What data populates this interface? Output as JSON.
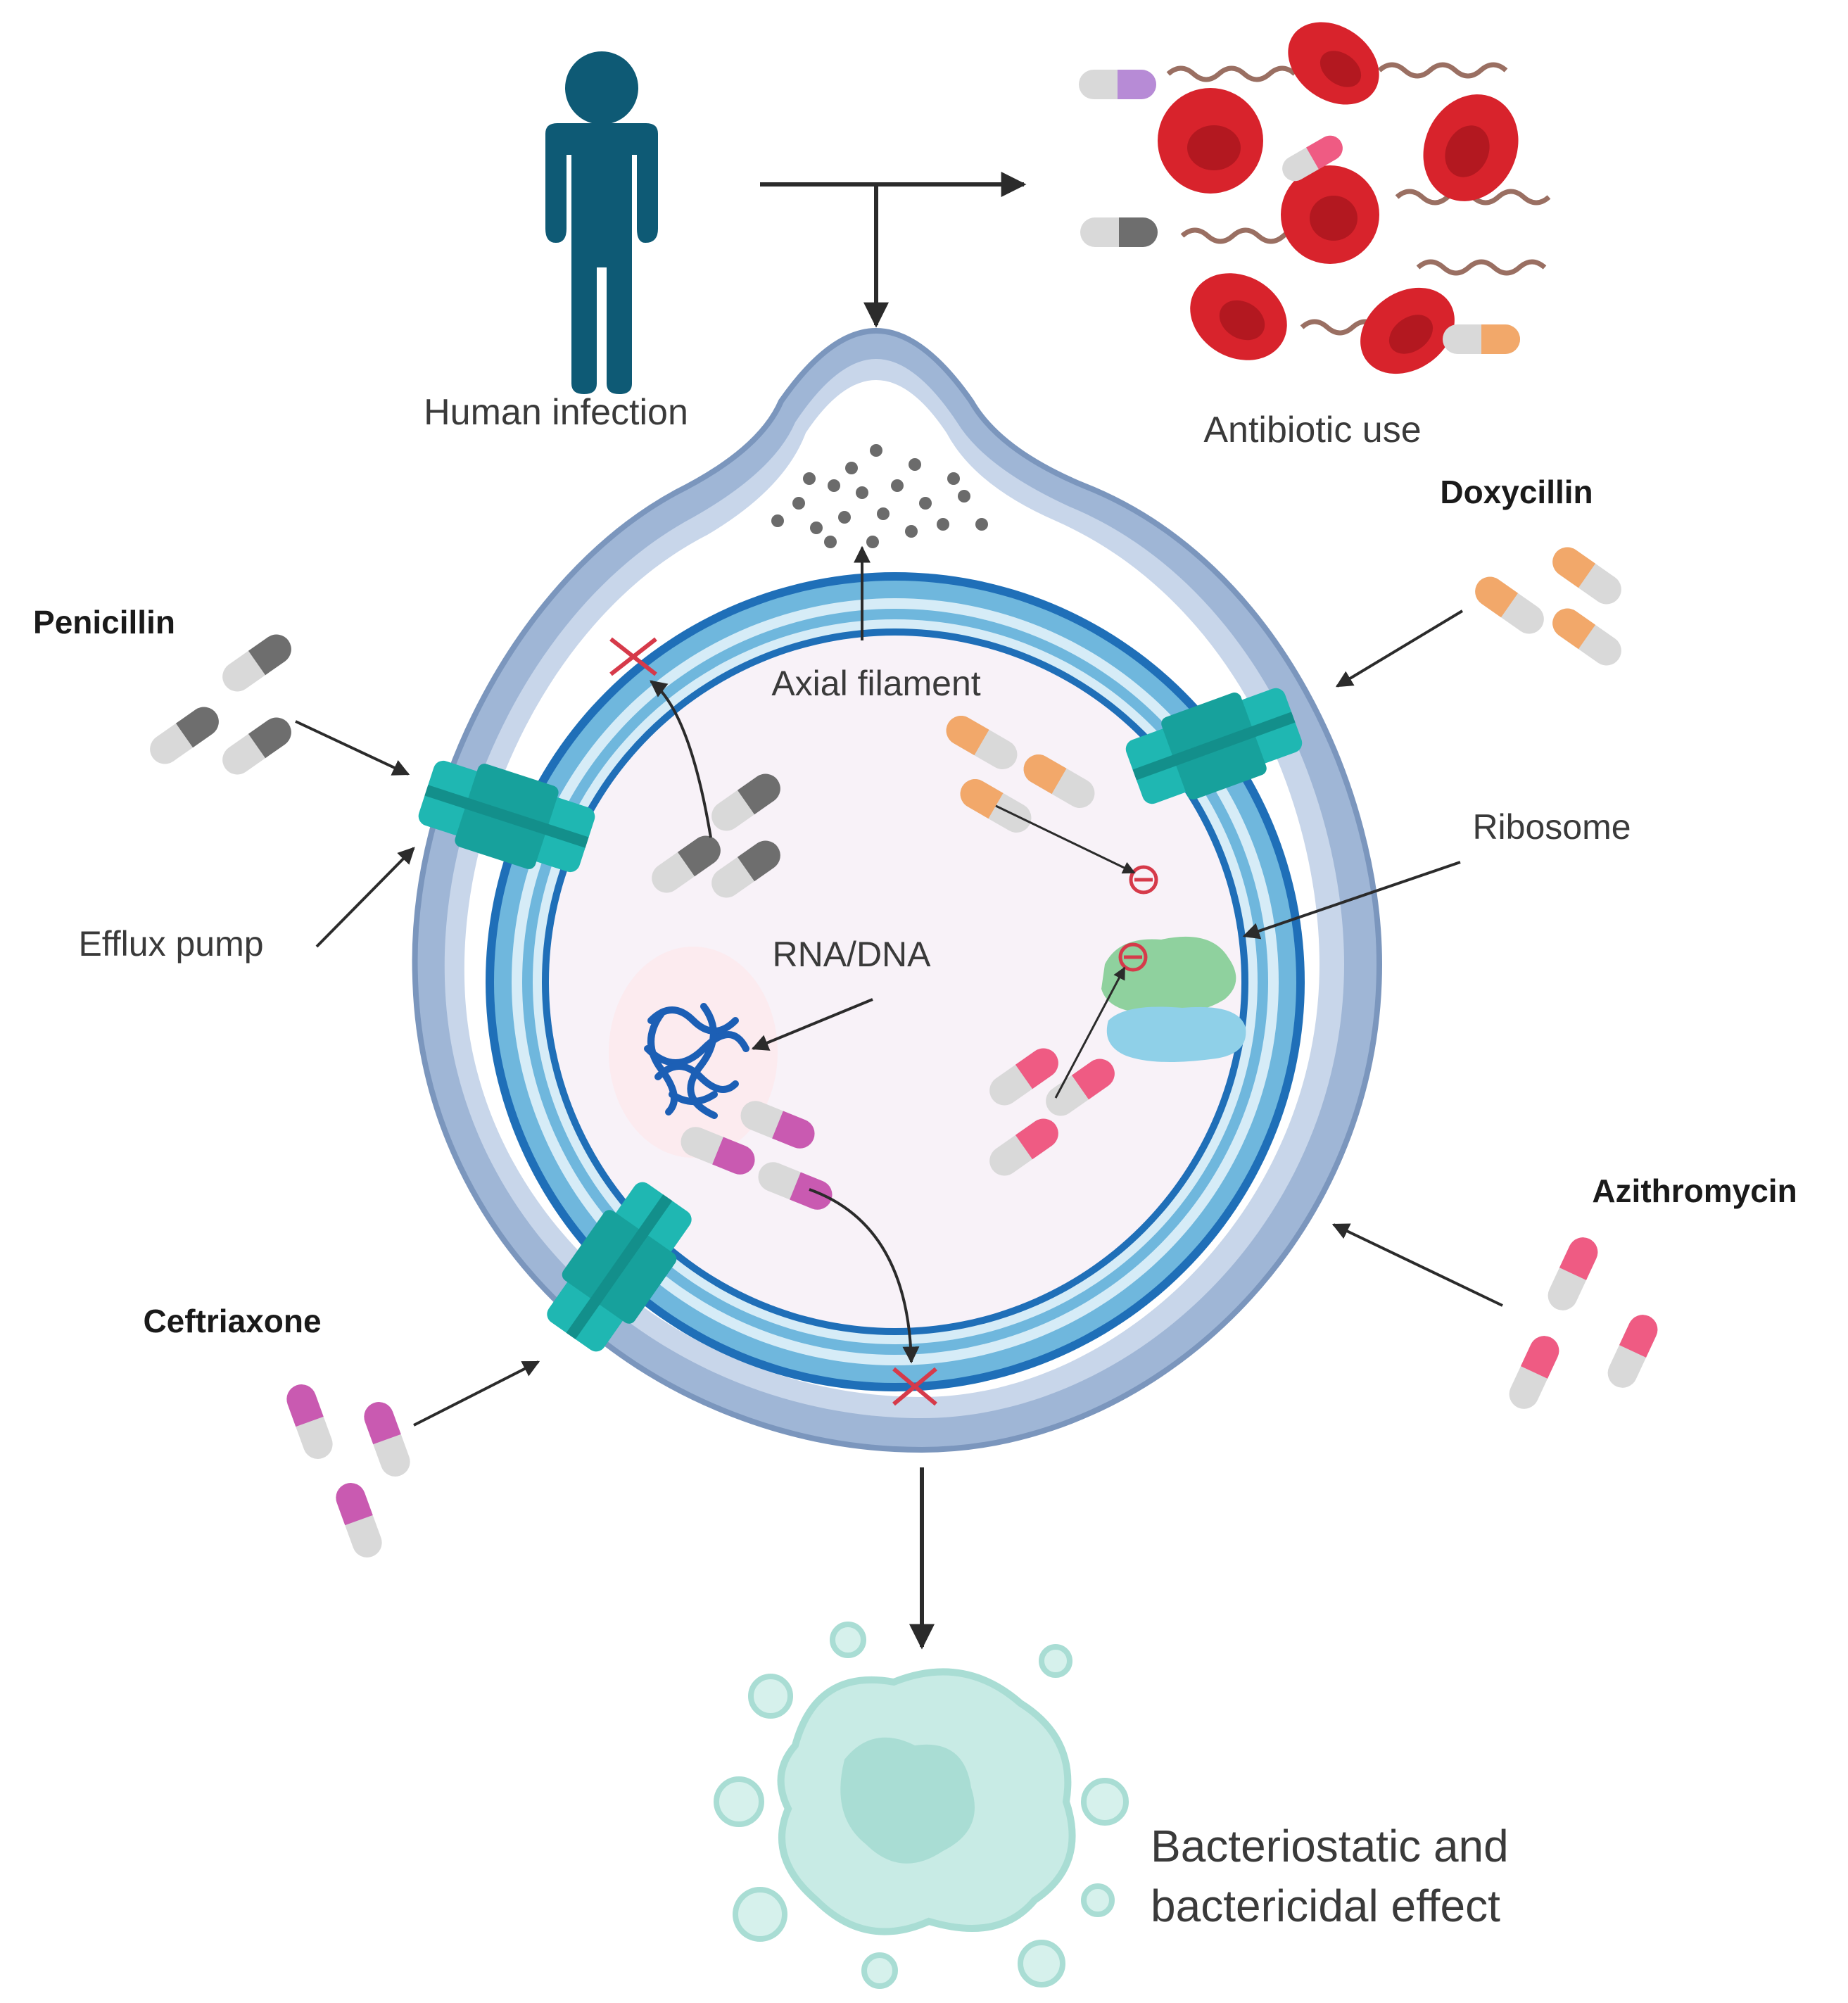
{
  "labels": {
    "human_infection": "Human infection",
    "antibiotic_use": "Antibiotic use",
    "doxycillin": "Doxycillin",
    "penicillin": "Penicillin",
    "axial_filament": "Axial filament",
    "ribosome": "Ribosome",
    "efflux_pump": "Efflux pump",
    "rna_dna": "RNA/DNA",
    "azithromycin": "Azithromycin",
    "ceftriaxone": "Ceftriaxone",
    "effect_line1": "Bacteriostatic and",
    "effect_line2": "bactericidal effect"
  },
  "colors": {
    "human": "#0e5a75",
    "outer_membrane": "#9fb6d6",
    "inner_membrane": "#6fb7dd",
    "membrane_dark": "#1f6fb8",
    "cytoplasm": "#f8f2f8",
    "efflux_pump": "#1fb7b2",
    "blood_cell": "#d8232c",
    "penicillin_pill": "#6e6e6e",
    "doxycillin_pill": "#f2a86a",
    "azithromycin_pill": "#ef5b83",
    "ceftriaxone_pill": "#c95ab1",
    "lysed_cell": "#a9ddd4",
    "inhibit_mark": "#d63a4a"
  },
  "icons": [
    "human-figure-icon",
    "blood-cell-icon",
    "capsule-pill-icon",
    "efflux-pump-icon",
    "ribosome-icon",
    "dna-coil-icon",
    "lysed-bacterium-icon"
  ]
}
